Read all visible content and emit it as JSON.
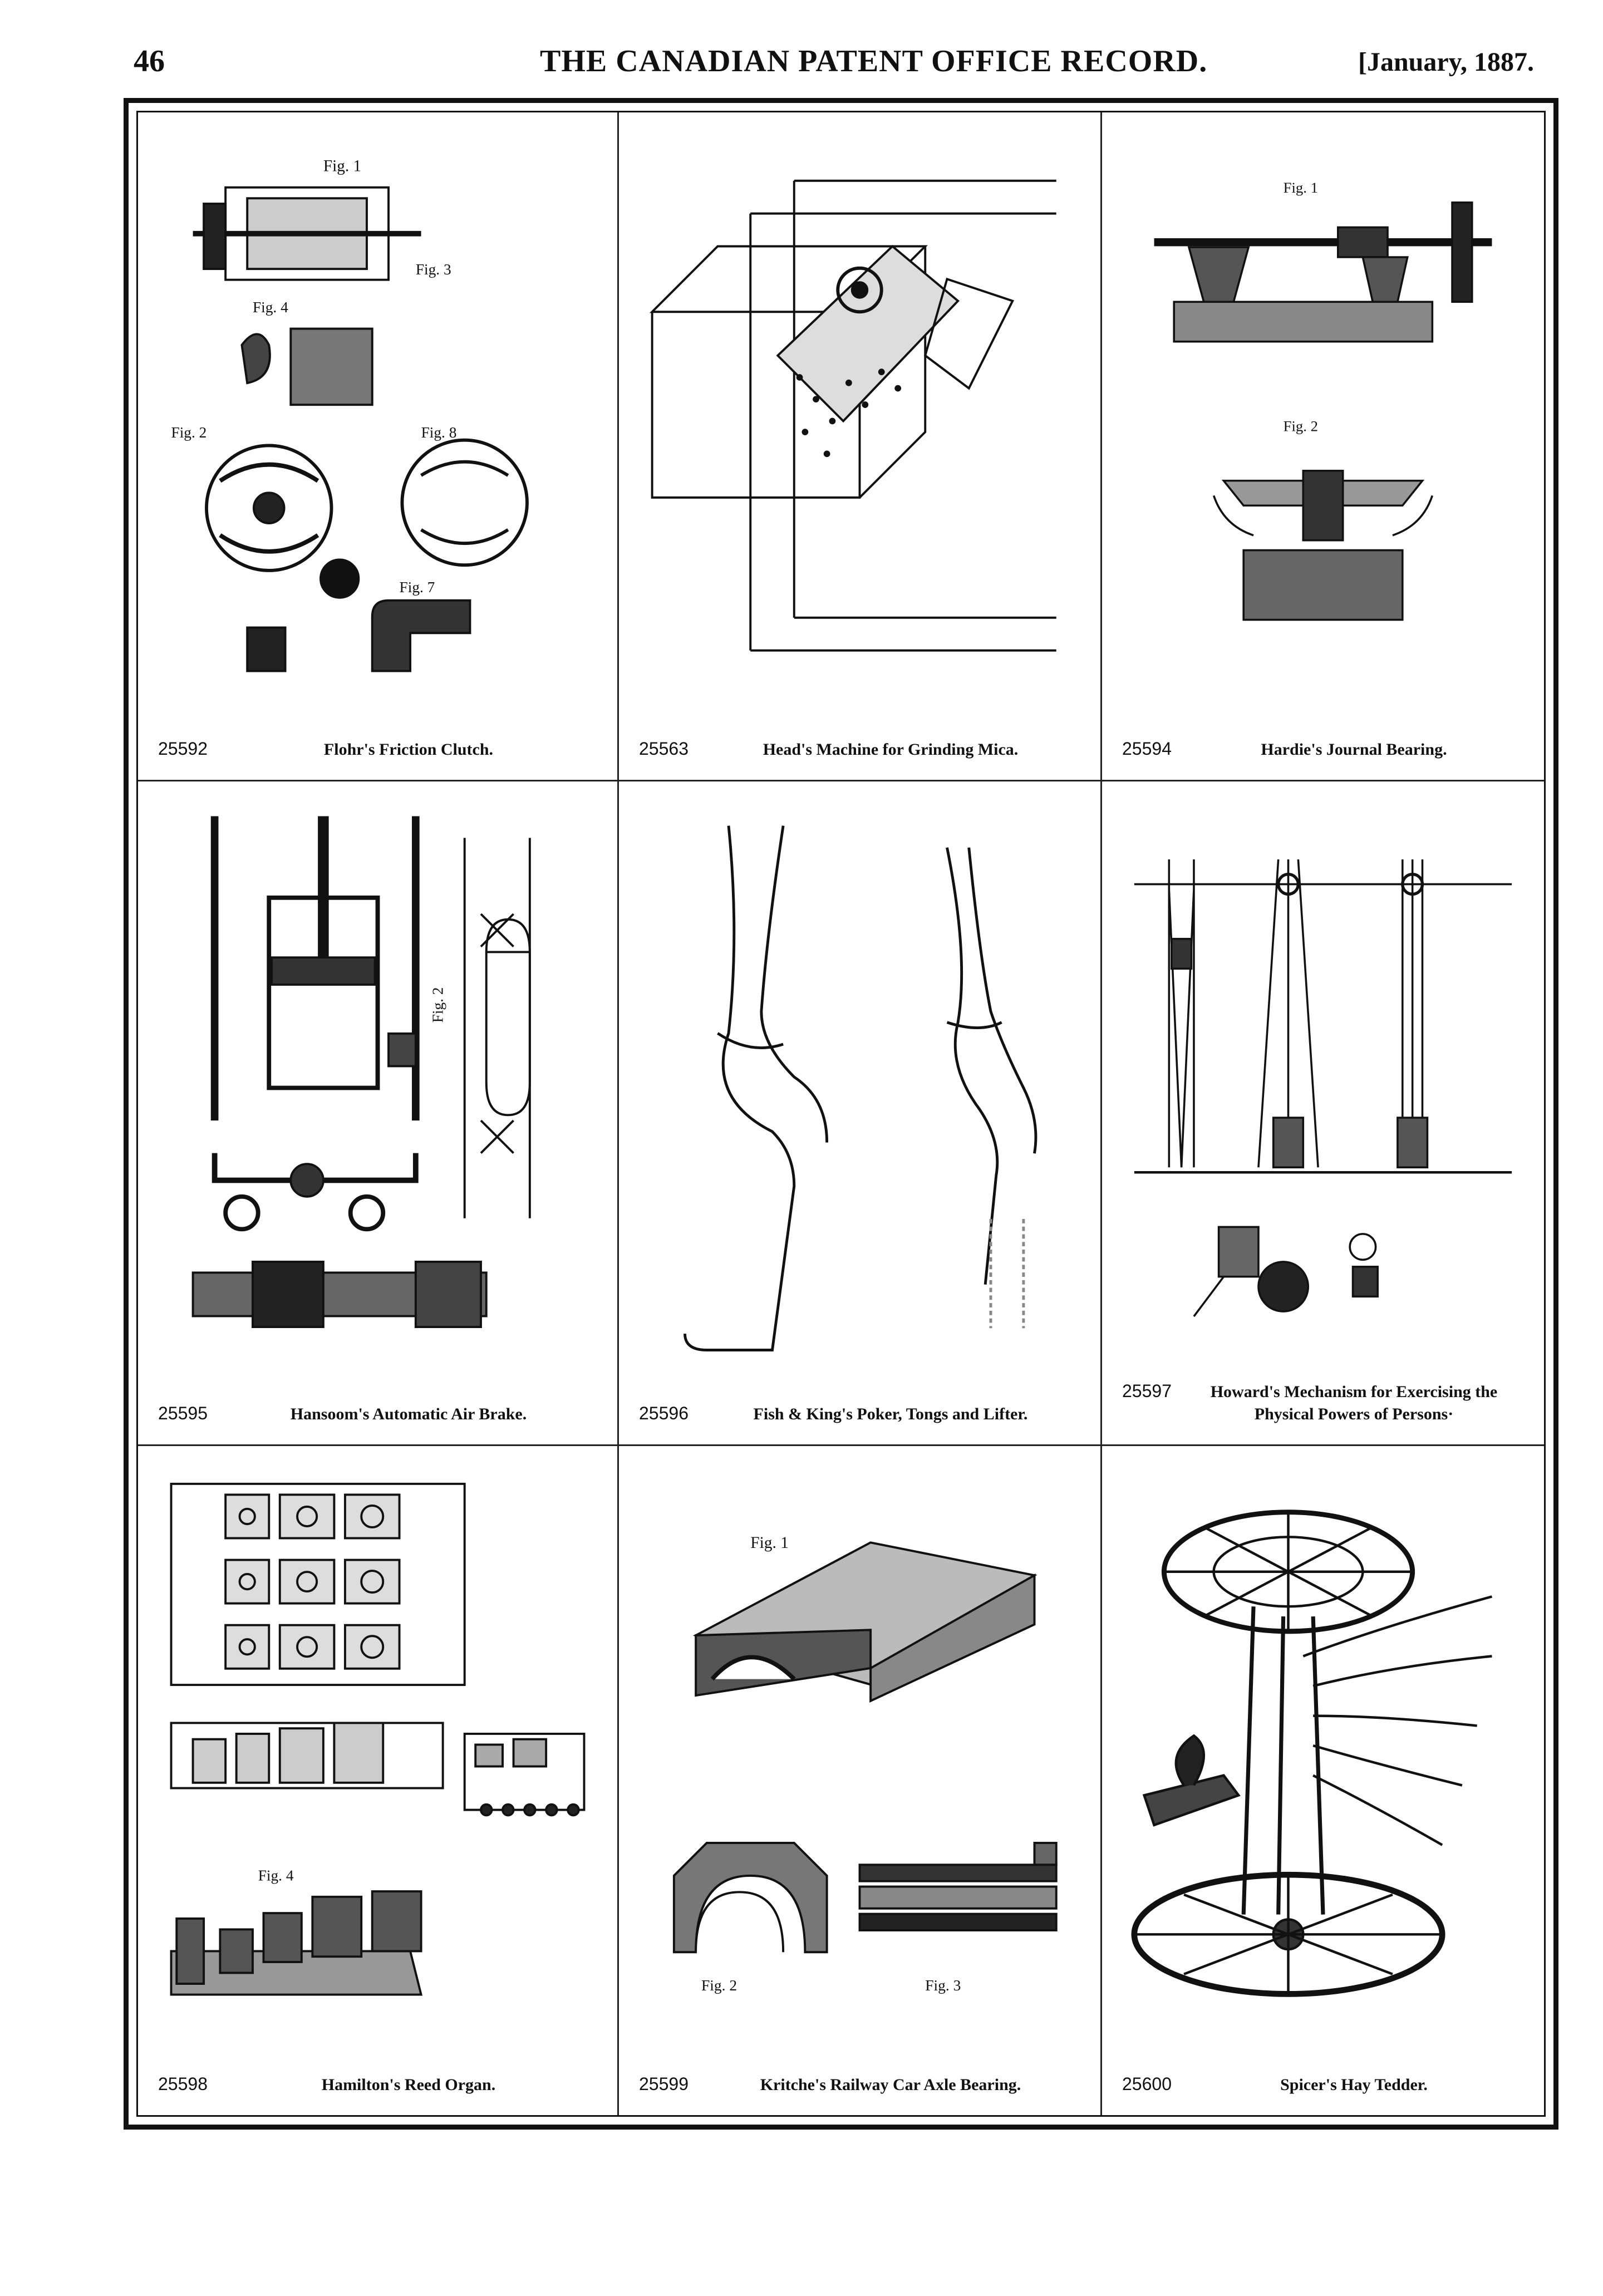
{
  "header": {
    "page_number": "46",
    "title": "THE CANADIAN PATENT OFFICE RECORD.",
    "date": "[January, 1887."
  },
  "patents": [
    {
      "number": "25592",
      "title": "Flohr's Friction Clutch."
    },
    {
      "number": "25563",
      "title": "Head's Machine for Grinding Mica."
    },
    {
      "number": "25594",
      "title": "Hardie's Journal Bearing."
    },
    {
      "number": "25595",
      "title": "Hansoom's Automatic Air Brake."
    },
    {
      "number": "25596",
      "title": "Fish & King's Poker, Tongs and Lifter."
    },
    {
      "number": "25597",
      "title": "Howard's Mechanism for Exercising the Physical Powers of Persons·"
    },
    {
      "number": "25598",
      "title": "Hamilton's Reed Organ."
    },
    {
      "number": "25599",
      "title": "Kritche's Railway Car Axle Bearing."
    },
    {
      "number": "25600",
      "title": "Spicer's Hay Tedder."
    }
  ],
  "figure_labels": {
    "fig1": "Fig. 1",
    "fig2": "Fig. 2",
    "fig3": "Fig. 3",
    "fig4": "Fig. 4",
    "fig7": "Fig. 7",
    "fig8": "Fig. 8"
  }
}
